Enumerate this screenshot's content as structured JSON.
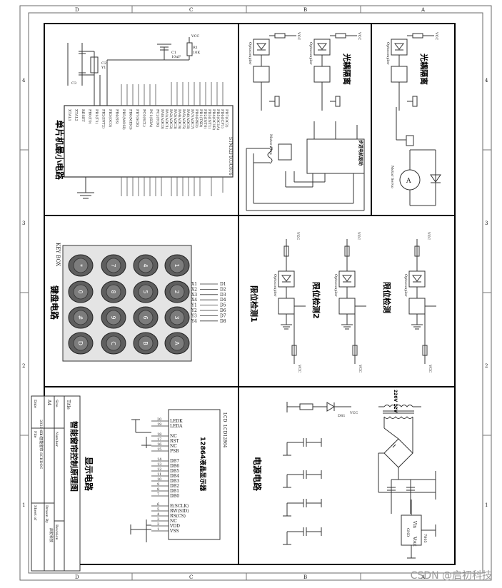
{
  "sections": {
    "mcu": "单片机最小电路",
    "isolation1": "光耦隔离",
    "isolation2": "光耦隔离",
    "keyboard": "键盘电路",
    "position1": "限位检测1",
    "position2": "限位检测2",
    "limit": "限位检测",
    "display": "显示电路",
    "power": "电源电路"
  },
  "title_block": {
    "title_label": "Title",
    "title": "智能窗帘控制原理图",
    "size_label": "Size",
    "size": "A4",
    "number_label": "Number",
    "revision_label": "Revision",
    "date_label": "Date",
    "date": "2020-6-1",
    "sheet_label": "Sheet of",
    "file_label": "File",
    "file": "D:\\智能窗帘.SCHDOC",
    "drawn_label": "Drawn By",
    "drawn": "启初科技"
  },
  "labels": {
    "keypad": "KEY BOX",
    "lcd_name": "12864液晶显示器",
    "lcd_tag": "LCD",
    "lcd_part": "LCD12864",
    "motor_driver": "步进电机驱动",
    "motor": "Motor Step",
    "motor_dc": "Motor Servo",
    "mcu_part": "STM32F103C8T6",
    "optocoupler": "Optocoupler",
    "vcc": "VCC",
    "gnd": "GND",
    "transformer": "220V 12V",
    "led": "DS1",
    "regulator_vin": "Vin",
    "regulator_vout": "Vout",
    "regulator_gnd": "GND",
    "reg_part": "7805"
  },
  "keypad_keys": [
    [
      "1",
      "2",
      "3",
      "A"
    ],
    [
      "4",
      "5",
      "6",
      "B"
    ],
    [
      "7",
      "8",
      "9",
      "C"
    ],
    [
      "*",
      "0",
      "#",
      "D"
    ]
  ],
  "keypad_pins": [
    "X1",
    "X2",
    "X3",
    "X4",
    "Y1",
    "Y2",
    "Y3",
    "Y4"
  ],
  "keypad_nets": [
    "D1",
    "D2",
    "D3",
    "D4",
    "D5",
    "D6",
    "D7",
    "D8"
  ],
  "lcd_pins": [
    {
      "num": "20",
      "name": "LEDK"
    },
    {
      "num": "19",
      "name": "LEDA"
    },
    {
      "num": "18",
      "name": "NC"
    },
    {
      "num": "17",
      "name": "RST"
    },
    {
      "num": "16",
      "name": "NC"
    },
    {
      "num": "15",
      "name": "PSB"
    },
    {
      "num": "14",
      "name": "DB7"
    },
    {
      "num": "13",
      "name": "DB6"
    },
    {
      "num": "12",
      "name": "DB5"
    },
    {
      "num": "11",
      "name": "DB4"
    },
    {
      "num": "10",
      "name": "DB3"
    },
    {
      "num": "9",
      "name": "DB2"
    },
    {
      "num": "8",
      "name": "DB1"
    },
    {
      "num": "7",
      "name": "DB0"
    },
    {
      "num": "6",
      "name": "E(SCLK)"
    },
    {
      "num": "5",
      "name": "RW(SID)"
    },
    {
      "num": "4",
      "name": "RS(CS)"
    },
    {
      "num": "3",
      "name": "NC"
    },
    {
      "num": "2",
      "name": "VDD"
    },
    {
      "num": "1",
      "name": "VSS"
    }
  ],
  "mcu_left_pins": [
    "XTAL1",
    "XTAL2",
    "RESET",
    "PB0(T0)",
    "PB1(T1)",
    "PB2(INT2)",
    "PB3(OC0)",
    "PB4(SS)",
    "PB5(MOSI)",
    "PB6(MISO)",
    "PB7(SCK)",
    "PC0(SCL)",
    "PC1(SDA)",
    "PC2(TCK)",
    "PC3(TMS)",
    "PC4(TDO)",
    "PC5(TDI)",
    "PC6(TOSC1)",
    "PC7(TOSC2)",
    "GND",
    "AREF"
  ],
  "mcu_right_pins": [
    "PA0(ADC0)",
    "PA1(ADC1)",
    "PA2(ADC2)",
    "PA3(ADC3)",
    "PA4(ADC4)",
    "PA5(ADC5)",
    "PA6(ADC6)",
    "PA7(ADC7)",
    "PD0(RXD)",
    "PD1(TXD)",
    "PD2(INT0)",
    "PD3(INT1)",
    "PD4(OC1B)",
    "PD5(OC1A)",
    "PD6(ICP1)",
    "PD7(OC2)",
    "VCC",
    "AVCC"
  ]
}
